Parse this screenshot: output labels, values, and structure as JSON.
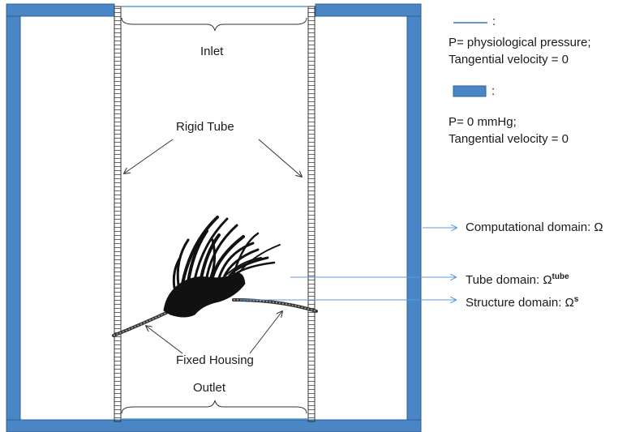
{
  "labels": {
    "inlet": "Inlet",
    "outlet": "Outlet",
    "rigid_tube": "Rigid Tube",
    "fixed_housing": "Fixed Housing"
  },
  "legend": {
    "line_colon": ":",
    "line_text_1": "P= physiological pressure;",
    "line_text_2": "Tangential velocity = 0",
    "box_colon": ":",
    "box_text_1": "P= 0 mmHg;",
    "box_text_2": "Tangential velocity = 0"
  },
  "domains": {
    "computational": "Computational domain: Ω",
    "tube_prefix": "Tube domain:  Ω",
    "tube_sup": "tube",
    "structure_prefix": "Structure domain: Ω",
    "structure_sup": "s"
  },
  "colors": {
    "wall_blue": "#4a86c6",
    "wall_border": "#2e5f97",
    "line_blue": "#5b9bd5",
    "ink": "#1a1a1a"
  }
}
